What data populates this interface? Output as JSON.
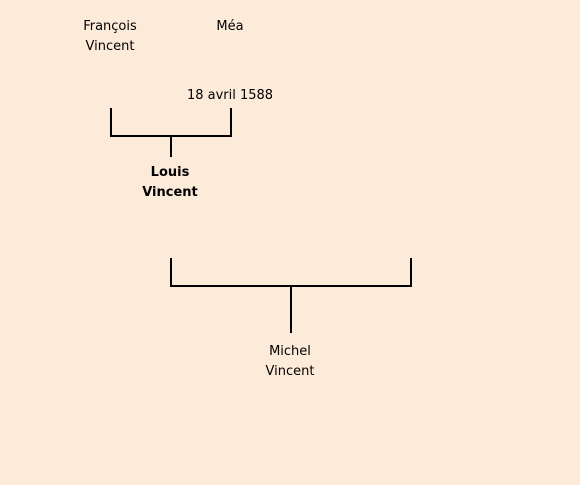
{
  "tree": {
    "father": {
      "first": "François",
      "last": "Vincent"
    },
    "mother": {
      "first": "Méa"
    },
    "marriage_date": "18 avril 1588",
    "child": {
      "first": "Louis",
      "last": "Vincent"
    },
    "grandchild": {
      "first": "Michel",
      "last": "Vincent"
    }
  }
}
